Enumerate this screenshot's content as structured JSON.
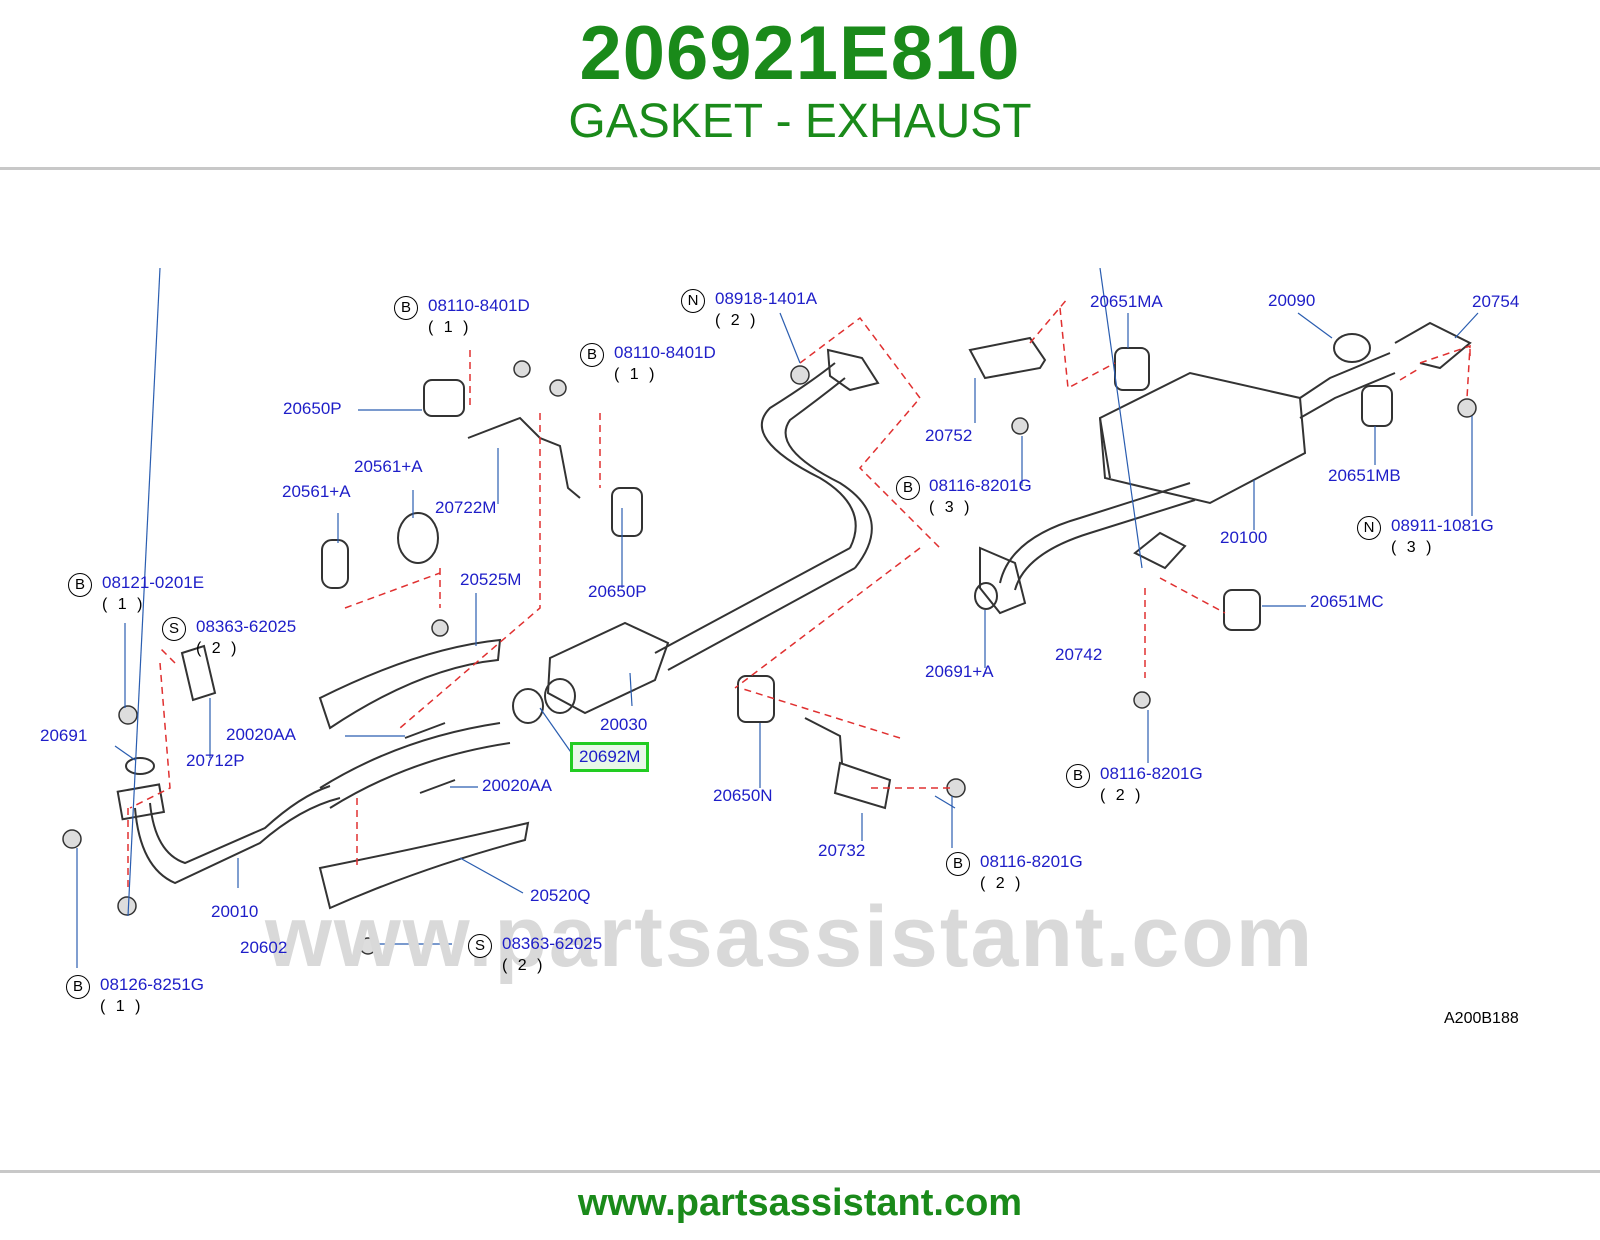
{
  "header": {
    "part_number": "206921E810",
    "description": "GASKET - EXHAUST"
  },
  "watermark": "www.partsassistant.com",
  "diagram": {
    "reference_code": "A200B188",
    "highlighted_part": "20692M",
    "callouts": {
      "c20650P_a": "20650P",
      "c20650P_b": "20650P",
      "c20561A_a": "20561+A",
      "c20561A_b": "20561+A",
      "c20722M": "20722M",
      "c20525M": "20525M",
      "c20030": "20030",
      "c20692M": "20692M",
      "c20020AA_a": "20020AA",
      "c20020AA_b": "20020AA",
      "c20691": "20691",
      "c20712P": "20712P",
      "c20010": "20010",
      "c20602": "20602",
      "c20520Q": "20520Q",
      "c20650N": "20650N",
      "c20732": "20732",
      "c20752": "20752",
      "c20651MA": "20651MA",
      "c20090": "20090",
      "c20754": "20754",
      "c20651MB": "20651MB",
      "c20100": "20100",
      "c20651MC": "20651MC",
      "c20742": "20742",
      "c20691A": "20691+A"
    },
    "fasteners": [
      {
        "badge": "B",
        "code": "08110-8401D",
        "qty": "( 1 )"
      },
      {
        "badge": "B",
        "code": "08110-8401D",
        "qty": "( 1 )"
      },
      {
        "badge": "N",
        "code": "08918-1401A",
        "qty": "( 2 )"
      },
      {
        "badge": "B",
        "code": "08121-0201E",
        "qty": "( 1 )"
      },
      {
        "badge": "S",
        "code": "08363-62025",
        "qty": "( 2 )"
      },
      {
        "badge": "B",
        "code": "08116-8201G",
        "qty": "( 3 )"
      },
      {
        "badge": "N",
        "code": "08911-1081G",
        "qty": "( 3 )"
      },
      {
        "badge": "B",
        "code": "08116-8201G",
        "qty": "( 2 )"
      },
      {
        "badge": "B",
        "code": "08116-8201G",
        "qty": "( 2 )"
      },
      {
        "badge": "S",
        "code": "08363-62025",
        "qty": "( 2 )"
      },
      {
        "badge": "B",
        "code": "08126-8251G",
        "qty": "( 1 )"
      }
    ]
  },
  "footer": {
    "url": "www.partsassistant.com"
  },
  "colors": {
    "title_green": "#1a8a1a",
    "callout_blue": "#1e1ec8",
    "highlight_green": "#22cc22",
    "leader_red": "#e03030"
  }
}
